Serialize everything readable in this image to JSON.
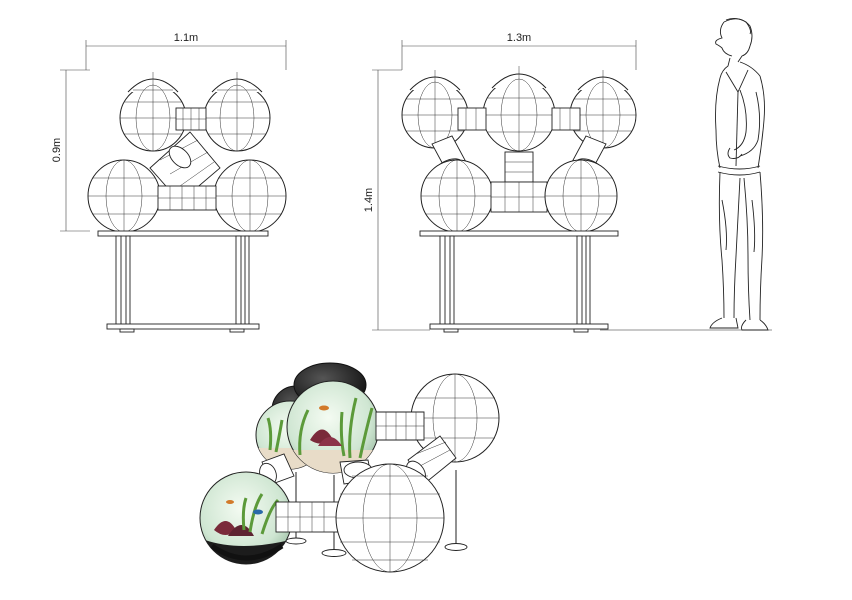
{
  "dimensions": {
    "front_width": "1.1m",
    "front_height": "0.9m",
    "side_width": "1.3m",
    "side_height": "1.4m"
  },
  "colors": {
    "line": "#222222",
    "water": "#cfe6d2",
    "gravel": "#e8dcc8",
    "plant_red": "#7a2a3a",
    "plant_green": "#5c9a3a",
    "cap": "#1c1c1c"
  },
  "icons": {
    "person": "standing-man-figure",
    "aquarium": "spherical-aquarium-cluster"
  }
}
